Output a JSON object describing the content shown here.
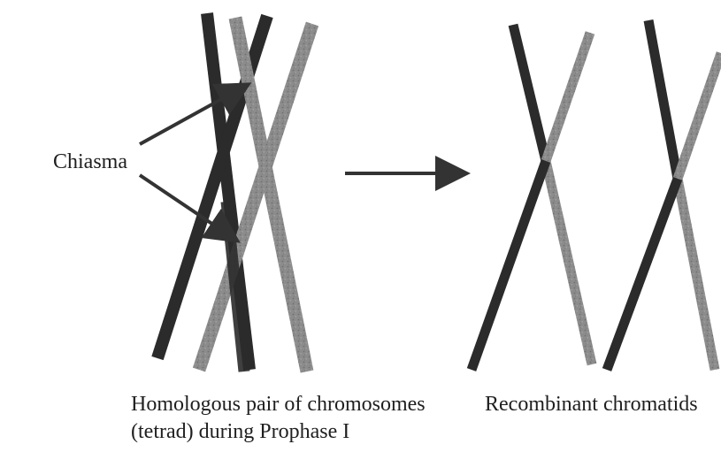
{
  "labels": {
    "chiasma": "Chiasma",
    "caption_left_line1": "Homologous pair of chromosomes",
    "caption_left_line2": "(tetrad) during Prophase I",
    "caption_right": "Recombinant chromatids"
  },
  "colors": {
    "dark_chromatid": "#2b2b2b",
    "light_chromatid": "#8c8c8c",
    "arrow": "#333333",
    "text": "#1f1f1f"
  }
}
